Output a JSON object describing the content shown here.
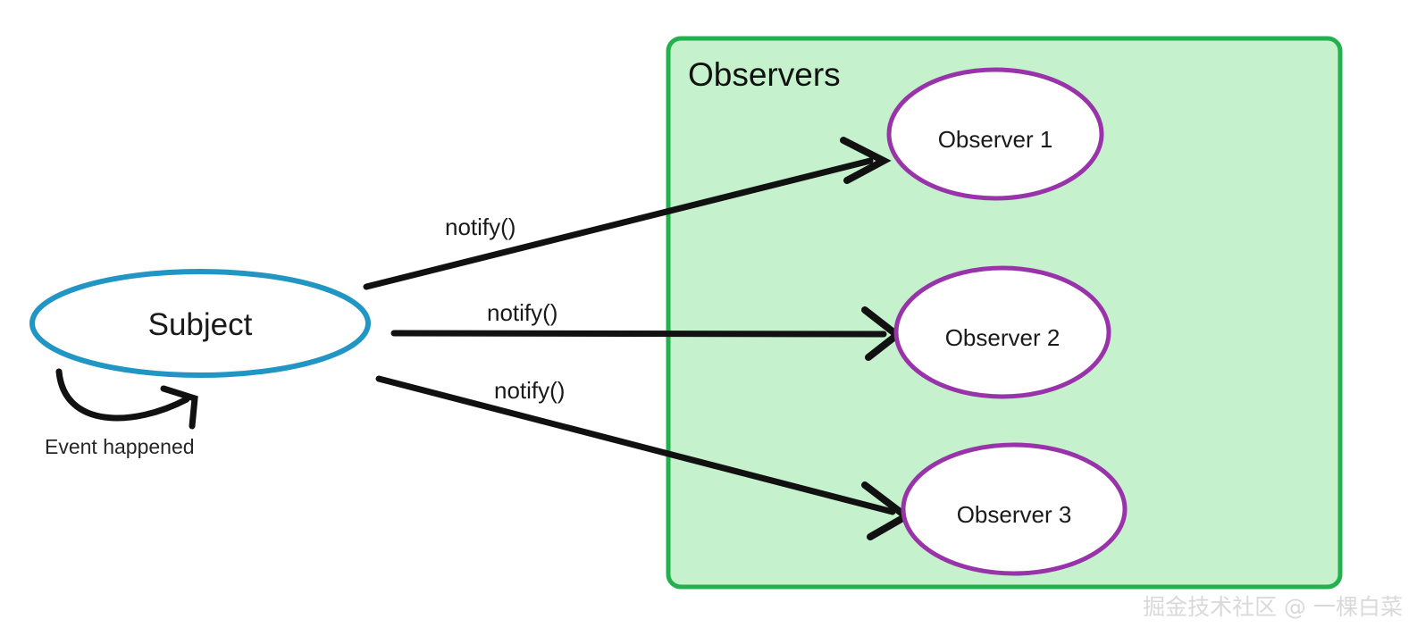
{
  "diagram": {
    "type": "observer-pattern-diagram",
    "background_color": "#ffffff",
    "subject": {
      "label": "Subject",
      "border_color": "#2196c4",
      "fill_color": "#ffffff",
      "self_loop_label": "Event happened"
    },
    "observers_group": {
      "title": "Observers",
      "border_color": "#22b14c",
      "fill_color": "#c5f2cc",
      "observers": [
        {
          "label": "Observer 1",
          "border_color": "#9933aa",
          "fill_color": "#ffffff"
        },
        {
          "label": "Observer 2",
          "border_color": "#9933aa",
          "fill_color": "#ffffff"
        },
        {
          "label": "Observer 3",
          "border_color": "#9933aa",
          "fill_color": "#ffffff"
        }
      ]
    },
    "edges": [
      {
        "label": "notify()",
        "from": "Subject",
        "to": "Observer 1",
        "color": "#111111"
      },
      {
        "label": "notify()",
        "from": "Subject",
        "to": "Observer 2",
        "color": "#111111"
      },
      {
        "label": "notify()",
        "from": "Subject",
        "to": "Observer 3",
        "color": "#111111"
      }
    ],
    "watermark": "掘金技术社区 @ 一棵白菜"
  }
}
